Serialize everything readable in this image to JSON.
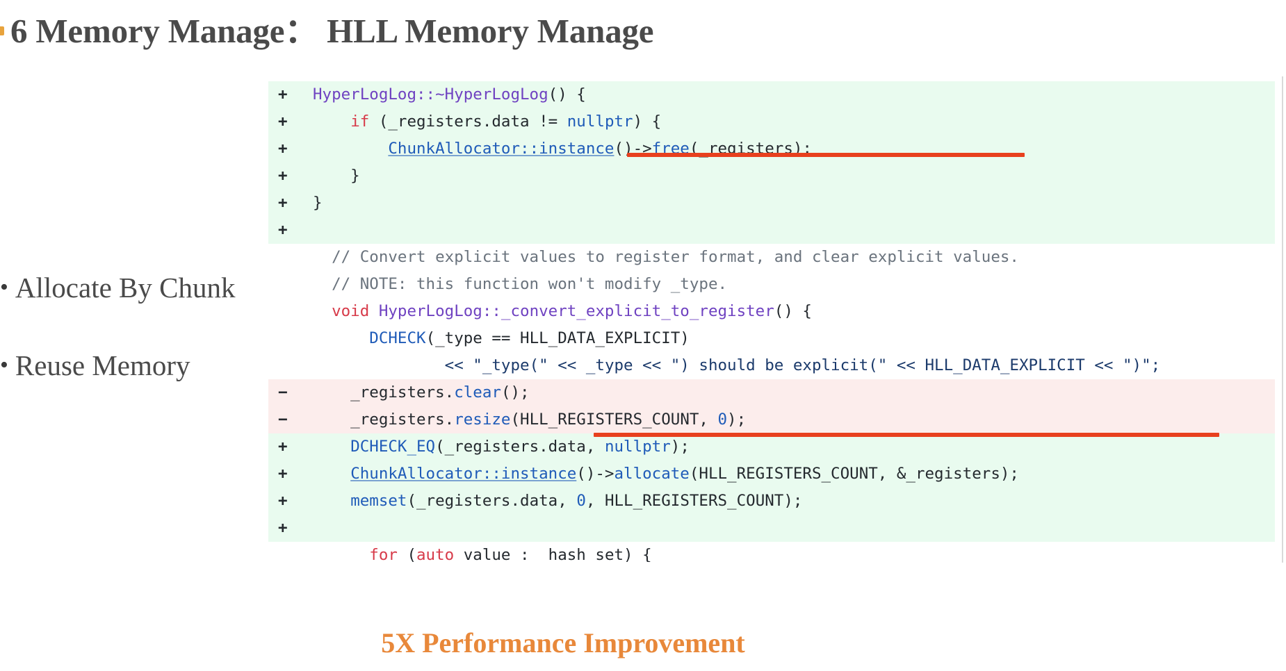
{
  "slide": {
    "title": "6 Memory Manage： HLL Memory Manage",
    "title_bullet_color": "#E8A33D",
    "title_color": "#4A4A4A"
  },
  "left_points": [
    {
      "bullet": "•",
      "label": "Allocate By Chunk"
    },
    {
      "bullet": "•",
      "label": "Reuse Memory"
    }
  ],
  "footer": {
    "callout": "5X Performance Improvement",
    "color": "#E8883A"
  },
  "code": {
    "colors": {
      "added_bg": "#E9FBEF",
      "removed_bg": "#FCEDEC",
      "context_bg": "#FFFFFF",
      "highlight_underline": "#E8401E",
      "keyword": "#D73A49",
      "type": "#6F42C1",
      "function": "#1F5BB8",
      "string": "#1B3A6B",
      "comment": "#6A737D",
      "plain": "#24292E"
    },
    "lines": [
      {
        "kind": "add",
        "marker": "+",
        "tokens": [
          {
            "t": "HyperLogLog::~HyperLogLog",
            "c": "type"
          },
          {
            "t": "() {",
            "c": "plain"
          }
        ]
      },
      {
        "kind": "add",
        "marker": "+",
        "tokens": [
          {
            "t": "    ",
            "c": "plain"
          },
          {
            "t": "if",
            "c": "kw"
          },
          {
            "t": " (_registers.data != ",
            "c": "plain"
          },
          {
            "t": "nullptr",
            "c": "fn"
          },
          {
            "t": ") {",
            "c": "plain"
          }
        ]
      },
      {
        "kind": "add",
        "marker": "+",
        "tokens": [
          {
            "t": "        ",
            "c": "plain"
          },
          {
            "t": "ChunkAllocator::instance",
            "c": "fn-u"
          },
          {
            "t": "()->",
            "c": "plain"
          },
          {
            "t": "free",
            "c": "fn"
          },
          {
            "t": "(_registers);",
            "c": "plain"
          }
        ]
      },
      {
        "kind": "add",
        "marker": "+",
        "tokens": [
          {
            "t": "    }",
            "c": "plain"
          }
        ]
      },
      {
        "kind": "add",
        "marker": "+",
        "tokens": [
          {
            "t": "}",
            "c": "plain"
          }
        ]
      },
      {
        "kind": "add",
        "marker": "+",
        "tokens": [
          {
            "t": "",
            "c": "plain"
          }
        ]
      },
      {
        "kind": "ctx",
        "marker": " ",
        "tokens": [
          {
            "t": "  // Convert explicit values to register format, and clear explicit values.",
            "c": "cmt"
          }
        ]
      },
      {
        "kind": "ctx",
        "marker": " ",
        "tokens": [
          {
            "t": "  // NOTE: this function won't modify _type.",
            "c": "cmt"
          }
        ]
      },
      {
        "kind": "ctx",
        "marker": " ",
        "tokens": [
          {
            "t": "  ",
            "c": "plain"
          },
          {
            "t": "void",
            "c": "kw"
          },
          {
            "t": " ",
            "c": "plain"
          },
          {
            "t": "HyperLogLog::_convert_explicit_to_register",
            "c": "type"
          },
          {
            "t": "() {",
            "c": "plain"
          }
        ]
      },
      {
        "kind": "ctx",
        "marker": " ",
        "tokens": [
          {
            "t": "      ",
            "c": "plain"
          },
          {
            "t": "DCHECK",
            "c": "fn"
          },
          {
            "t": "(_type == HLL_DATA_EXPLICIT)",
            "c": "plain"
          }
        ]
      },
      {
        "kind": "ctx",
        "marker": " ",
        "tokens": [
          {
            "t": "              ",
            "c": "plain"
          },
          {
            "t": "<< \"_type(\" << _type << \") should be explicit(\" << HLL_DATA_EXPLICIT << \")\";",
            "c": "str"
          }
        ]
      },
      {
        "kind": "del",
        "marker": "−",
        "tokens": [
          {
            "t": "    _registers.",
            "c": "plain"
          },
          {
            "t": "clear",
            "c": "fn"
          },
          {
            "t": "();",
            "c": "plain"
          }
        ]
      },
      {
        "kind": "del",
        "marker": "−",
        "tokens": [
          {
            "t": "    _registers.",
            "c": "plain"
          },
          {
            "t": "resize",
            "c": "fn"
          },
          {
            "t": "(HLL_REGISTERS_COUNT, ",
            "c": "plain"
          },
          {
            "t": "0",
            "c": "num"
          },
          {
            "t": ");",
            "c": "plain"
          }
        ]
      },
      {
        "kind": "add",
        "marker": "+",
        "tokens": [
          {
            "t": "    ",
            "c": "plain"
          },
          {
            "t": "DCHECK_EQ",
            "c": "fn"
          },
          {
            "t": "(_registers.data, ",
            "c": "plain"
          },
          {
            "t": "nullptr",
            "c": "fn"
          },
          {
            "t": ");",
            "c": "plain"
          }
        ]
      },
      {
        "kind": "add",
        "marker": "+",
        "tokens": [
          {
            "t": "    ",
            "c": "plain"
          },
          {
            "t": "ChunkAllocator::instance",
            "c": "fn-u"
          },
          {
            "t": "()->",
            "c": "plain"
          },
          {
            "t": "allocate",
            "c": "fn"
          },
          {
            "t": "(HLL_REGISTERS_COUNT, &_registers);",
            "c": "plain"
          }
        ]
      },
      {
        "kind": "add",
        "marker": "+",
        "tokens": [
          {
            "t": "    ",
            "c": "plain"
          },
          {
            "t": "memset",
            "c": "fn"
          },
          {
            "t": "(_registers.data, ",
            "c": "plain"
          },
          {
            "t": "0",
            "c": "num"
          },
          {
            "t": ", HLL_REGISTERS_COUNT);",
            "c": "plain"
          }
        ]
      },
      {
        "kind": "add",
        "marker": "+",
        "tokens": [
          {
            "t": "",
            "c": "plain"
          }
        ]
      },
      {
        "kind": "ctx",
        "marker": " ",
        "tokens": [
          {
            "t": "      ",
            "c": "plain"
          },
          {
            "t": "for",
            "c": "kw"
          },
          {
            "t": " (",
            "c": "plain"
          },
          {
            "t": "auto",
            "c": "kw"
          },
          {
            "t": " value : _hash_set) {",
            "c": "plain"
          }
        ]
      }
    ],
    "highlights": [
      {
        "name": "free-call-underline"
      },
      {
        "name": "allocate-call-underline"
      }
    ]
  }
}
